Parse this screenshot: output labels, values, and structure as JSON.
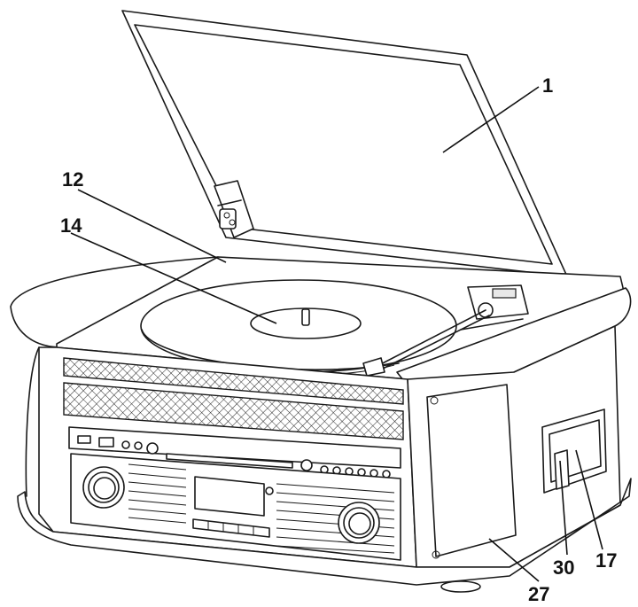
{
  "callouts": [
    {
      "id": "lid",
      "label": "1"
    },
    {
      "id": "tonearm-lift",
      "label": "12"
    },
    {
      "id": "turntable-platter",
      "label": "14"
    },
    {
      "id": "speaker-grille-side",
      "label": "27"
    },
    {
      "id": "cassette-eject",
      "label": "30"
    },
    {
      "id": "cassette-deck",
      "label": "17"
    }
  ],
  "colors": {
    "ink": "#1a1a1a",
    "paper": "#ffffff"
  }
}
